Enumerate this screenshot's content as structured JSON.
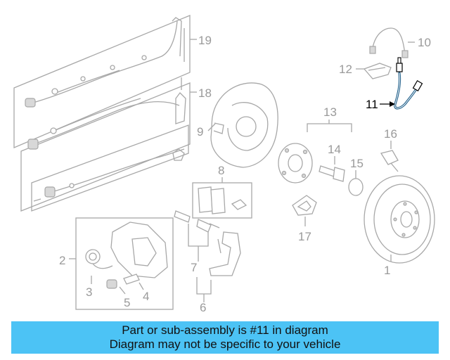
{
  "labels": {
    "l1": "1",
    "l2": "2",
    "l3": "3",
    "l4": "4",
    "l5": "5",
    "l6": "6",
    "l7": "7",
    "l8": "8",
    "l9": "9",
    "l10": "10",
    "l11": "11",
    "l12": "12",
    "l13": "13",
    "l14": "14",
    "l15": "15",
    "l16": "16",
    "l17": "17",
    "l18": "18",
    "l19": "19"
  },
  "banner": {
    "line1": "Part or sub-assembly is #11 in diagram",
    "line2": "Diagram may not be specific to your vehicle"
  },
  "colors": {
    "banner_bg": "#4cc3f5",
    "highlight_part": "#1f5f8a",
    "line_art": "#a8a8a8"
  }
}
